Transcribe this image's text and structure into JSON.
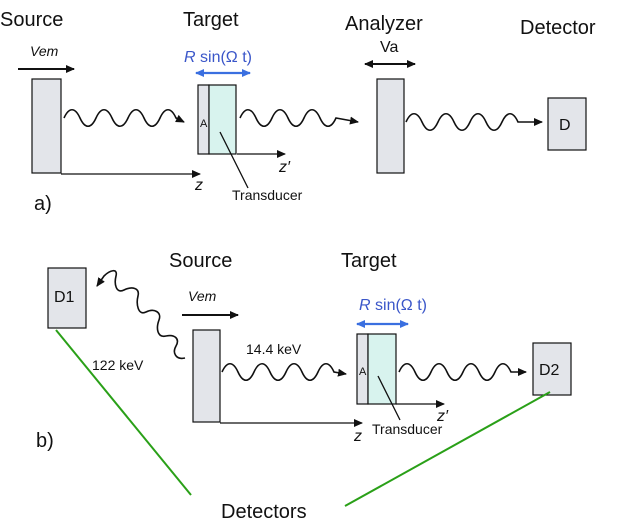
{
  "diagram_a": {
    "source_label": "Source",
    "target_label": "Target",
    "analyzer_label": "Analyzer",
    "detector_label": "Detector",
    "velocity_label": "Vem",
    "analyzer_velocity_label": "Va",
    "oscillation_label_r": "R",
    "oscillation_label_rest": " sin(Ω t)",
    "absorber_label": "A",
    "transducer_label": "Transducer",
    "z_label": "z",
    "z_prime_label": "z′",
    "detector_box_label": "D",
    "panel_label": "a)"
  },
  "diagram_b": {
    "source_label": "Source",
    "target_label": "Target",
    "velocity_label": "Vem",
    "oscillation_label_r": "R",
    "oscillation_label_rest": " sin(Ω t)",
    "absorber_label": "A",
    "transducer_label": "Transducer",
    "z_label": "z",
    "z_prime_label": "z′",
    "detector1_label": "D1",
    "detector2_label": "D2",
    "energy_low_label": "122 keV",
    "energy_high_label": "14.4 keV",
    "detectors_label": "Detectors",
    "panel_label": "b)"
  }
}
